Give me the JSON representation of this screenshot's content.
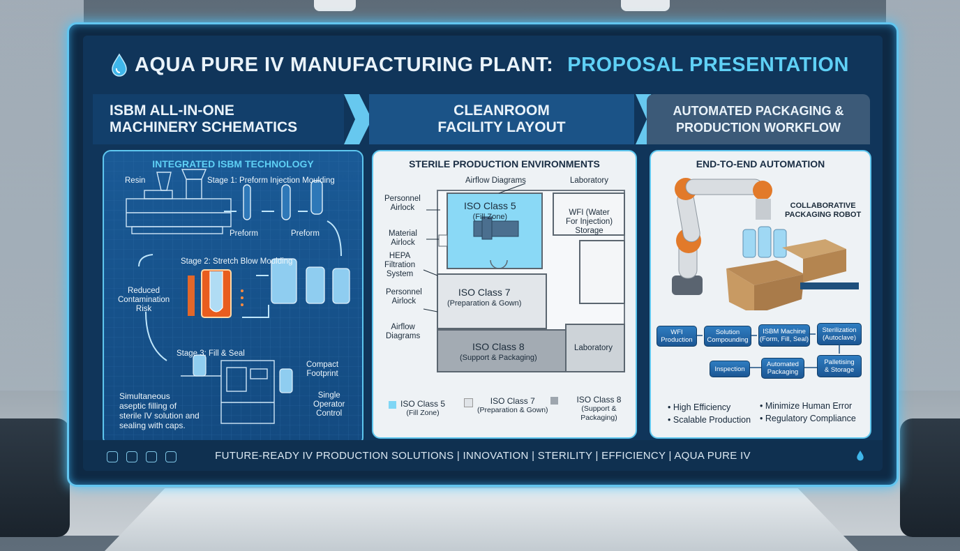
{
  "title": {
    "part1": "AQUA PURE IV MANUFACTURING PLANT:",
    "part2": "PROPOSAL PRESENTATION"
  },
  "panel1": {
    "heading_l1": "ISBM ALL-IN-ONE",
    "heading_l2": "MACHINERY SCHEMATICS",
    "subheading": "INTEGRATED ISBM TECHNOLOGY",
    "labels": {
      "resin": "Resin",
      "stage1": "Stage 1: Preform Injection Moulding",
      "preform_a": "Preform",
      "preform_b": "Preform",
      "stage2": "Stage 2: Stretch Blow Moulding",
      "reduced_l1": "Reduced",
      "reduced_l2": "Contamination",
      "reduced_l3": "Risk",
      "stage3": "Stage 3: Fill & Seal",
      "compact_l1": "Compact",
      "compact_l2": "Footprint",
      "single_l1": "Single",
      "single_l2": "Operator",
      "single_l3": "Control",
      "simul_l1": "Simultaneous",
      "simul_l2": "aseptic filling of",
      "simul_l3": "sterile IV solution and",
      "simul_l4": "sealing with caps."
    }
  },
  "panel2": {
    "heading_l1": "CLEANROOM",
    "heading_l2": "FACILITY LAYOUT",
    "subheading": "STERILE PRODUCTION ENVIRONMENTS",
    "labels": {
      "airflow_top": "Airflow Diagrams",
      "laboratory_top": "Laboratory",
      "personnel1_l1": "Personnel",
      "personnel1_l2": "Airlock",
      "iso5": "ISO Class 5",
      "iso5_sub": "(Fill Zone)",
      "wfi_l1": "WFI (Water",
      "wfi_l2": "For Injection)",
      "wfi_l3": "Storage",
      "material_l1": "Material",
      "material_l2": "Airlock",
      "hepa_l1": "HEPA",
      "hepa_l2": "Filtration",
      "hepa_l3": "System",
      "personnel2_l1": "Personnel",
      "personnel2_l2": "Airlock",
      "iso7": "ISO Class 7",
      "iso7_sub": "(Preparation & Gown)",
      "airflow_l1": "Airflow",
      "airflow_l2": "Diagrams",
      "iso8": "ISO Class 8",
      "iso8_sub": "(Support & Packaging)",
      "laboratory_bottom": "Laboratory"
    },
    "legend": [
      {
        "label": "ISO Class 5",
        "sub": "(Fill Zone)",
        "color": "#7fd6f5"
      },
      {
        "label": "ISO Class 7",
        "sub": "(Preparation & Gown)",
        "color": "#e0e4e8"
      },
      {
        "label": "ISO Class 8",
        "sub": "(Support & Packaging)",
        "color": "#9ea6ae"
      }
    ]
  },
  "panel3": {
    "heading_l1": "AUTOMATED PACKAGING &",
    "heading_l2": "PRODUCTION WORKFLOW",
    "subheading": "END-TO-END AUTOMATION",
    "robot_l1": "COLLABORATIVE",
    "robot_l2": "PACKAGING ROBOT",
    "flow_row1": [
      {
        "l1": "WFI",
        "l2": "Production"
      },
      {
        "l1": "Solution",
        "l2": "Compounding"
      },
      {
        "l1": "ISBM Machine",
        "l2": "(Form, Fill, Seal)"
      },
      {
        "l1": "Sterilization",
        "l2": "(Autoclave)"
      }
    ],
    "flow_row2": [
      {
        "l1": "Inspection",
        "l2": ""
      },
      {
        "l1": "Automated",
        "l2": "Packaging"
      },
      {
        "l1": "Palletising",
        "l2": "& Storage"
      }
    ],
    "benefits": [
      "High Efficiency",
      "Minimize Human Error",
      "Scalable Production",
      "Regulatory Compliance"
    ]
  },
  "footer": {
    "text": "FUTURE-READY IV PRODUCTION SOLUTIONS  |  INNOVATION  |  STERILITY  |  EFFICIENCY  |  AQUA PURE IV"
  },
  "colors": {
    "accent": "#5fd0f5",
    "panel_dark": "#154a7e",
    "panel_light": "#eef2f5",
    "robot_orange": "#e27a2a"
  }
}
